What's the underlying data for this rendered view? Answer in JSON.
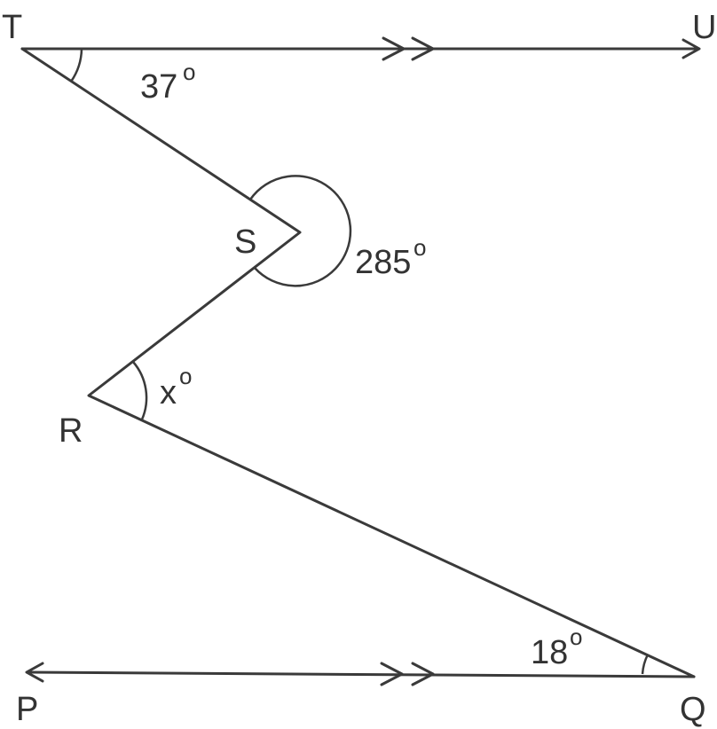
{
  "points": {
    "T": "T",
    "U": "U",
    "S": "S",
    "R": "R",
    "P": "P",
    "Q": "Q"
  },
  "angles": {
    "at_T": {
      "value": "37",
      "degree": "o"
    },
    "at_S": {
      "value": "285",
      "degree": "o"
    },
    "at_R": {
      "value": "x",
      "degree": "o"
    },
    "at_Q": {
      "value": "18",
      "degree": "o"
    }
  },
  "colors": {
    "stroke": "#3a3a3a",
    "text": "#333333",
    "background": "#ffffff"
  }
}
